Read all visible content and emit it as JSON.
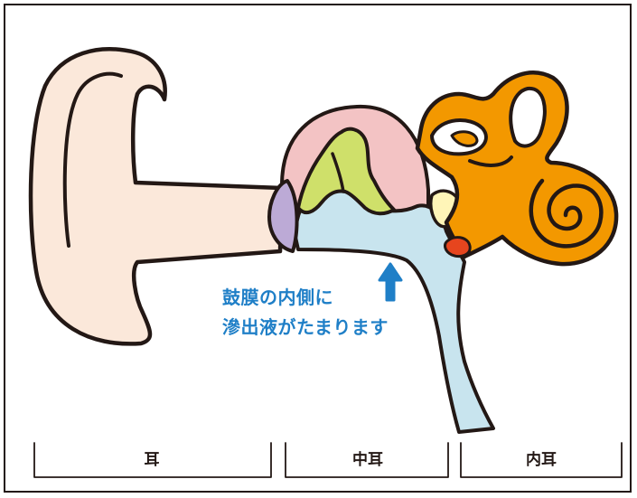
{
  "annotation": {
    "line1": "鼓膜の内側に",
    "line2": "滲出液がたまります",
    "color": "#1f7fc7"
  },
  "sections": [
    {
      "label": "耳"
    },
    {
      "label": "中耳"
    },
    {
      "label": "内耳"
    }
  ],
  "colors": {
    "auricle": "#fbe8da",
    "canal": "#fbe8da",
    "eardrum": "#bcaad6",
    "middle_ear_space": "#f3c3c4",
    "ossicles": "#cfe06a",
    "effusion": "#c8e4ee",
    "inner_ear": "#f39800",
    "window": "#e6451e",
    "stapes": "#fff5b8",
    "arrow": "#1f7fc7",
    "outline": "#231815"
  }
}
